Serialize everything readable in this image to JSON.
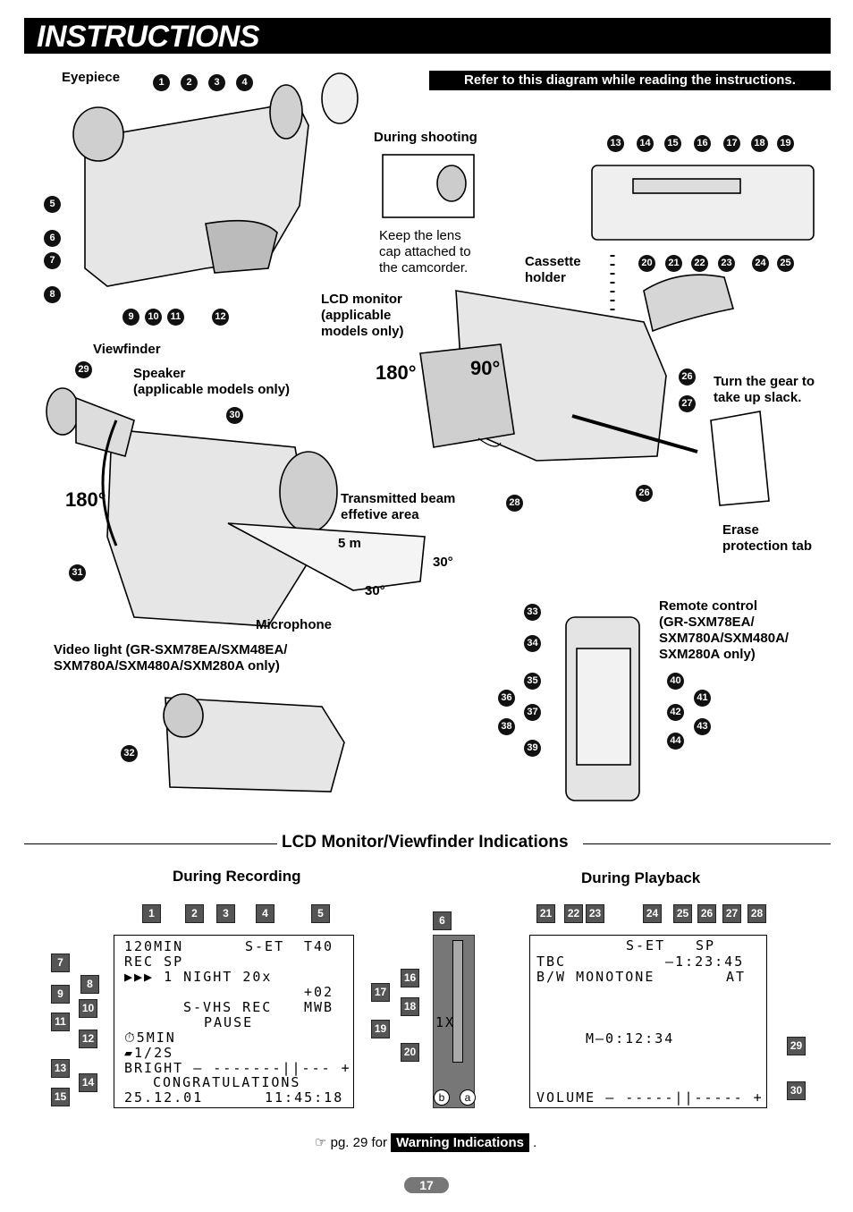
{
  "header": {
    "title": "INSTRUCTIONS",
    "reference": "Refer to this diagram while reading the instructions."
  },
  "diagram_labels": {
    "eyepiece": "Eyepiece",
    "during_shooting": "During shooting",
    "lens_cap_note": "Keep the lens\ncap attached to\nthe camcorder.",
    "cassette_holder": "Cassette\nholder",
    "lcd_monitor": "LCD monitor\n(applicable\nmodels only)",
    "viewfinder": "Viewfinder",
    "speaker": "Speaker\n(applicable models only)",
    "turn_gear": "Turn the gear to\ntake up slack.",
    "angle_180_a": "180°",
    "angle_90": "90°",
    "angle_180_b": "180°",
    "transmitted_beam": "Transmitted beam\neffetive area",
    "distance": "5 m",
    "angle_30_a": "30°",
    "angle_30_b": "30°",
    "microphone": "Microphone",
    "erase_tab": "Erase\nprotection tab",
    "video_light": "Video light (GR-SXM78EA/SXM48EA/\nSXM780A/SXM480A/SXM280A only)",
    "remote": "Remote control\n(GR-SXM78EA/\nSXM780A/SXM480A/\nSXM280A only)"
  },
  "callouts": {
    "top": [
      "1",
      "2",
      "3",
      "4"
    ],
    "left": [
      "5",
      "6",
      "7",
      "8"
    ],
    "bottom_left": [
      "9",
      "10",
      "11",
      "12"
    ],
    "deck_top": [
      "13",
      "14",
      "15",
      "16",
      "17",
      "18",
      "19"
    ],
    "deck_bottom": [
      "20",
      "21",
      "22",
      "23",
      "24",
      "25"
    ],
    "side": [
      "26",
      "27",
      "26",
      "28"
    ],
    "vf": [
      "29",
      "30",
      "31",
      "32"
    ],
    "remote_left": [
      "33",
      "34",
      "35",
      "36",
      "37",
      "38",
      "39"
    ],
    "remote_right": [
      "40",
      "41",
      "42",
      "43",
      "44"
    ]
  },
  "indications": {
    "title": "LCD Monitor/Viewfinder Indications",
    "recording_title": "During Recording",
    "playback_title": "During Playback",
    "rec_numbers_top": [
      "1",
      "2",
      "3",
      "4",
      "5"
    ],
    "rec_numbers_left": [
      "7",
      "8",
      "9",
      "10",
      "11",
      "12",
      "13",
      "14",
      "15"
    ],
    "rec_numbers_right": [
      "16",
      "17",
      "18",
      "19",
      "20"
    ],
    "side_number": "6",
    "rec_lines": {
      "l1a": "120MIN",
      "l1b": "S-ET",
      "l1c": "T40",
      "l2": "REC SP",
      "l3": "1 NIGHT 20x",
      "l4": "+02",
      "l5a": "S-VHS REC",
      "l5b": "MWB",
      "l6": "PAUSE",
      "l7": "5MIN",
      "l8": "1/2S",
      "l9": "BRIGHT – -------||--- +",
      "l10": "CONGRATULATIONS",
      "l11a": "25.12.01",
      "l11b": "11:45:18"
    },
    "zoom_text": "1X",
    "zoom_a": "a",
    "zoom_b": "b",
    "play_numbers_top": [
      "21",
      "22",
      "23",
      "24",
      "25",
      "26",
      "27",
      "28"
    ],
    "play_numbers_right": [
      "29",
      "30"
    ],
    "play_lines": {
      "p1a": "S-ET",
      "p1b": "SP",
      "p2a": "TBC",
      "p2b": "–1:23:45",
      "p3a": "B/W MONOTONE",
      "p3b": "AT",
      "p4": "M–0:12:34",
      "p5": "VOLUME – -----||----- +"
    }
  },
  "footer": {
    "prefix": "☞ pg. 29 for",
    "badge": "Warning Indications",
    "suffix": ".",
    "page": "17"
  }
}
